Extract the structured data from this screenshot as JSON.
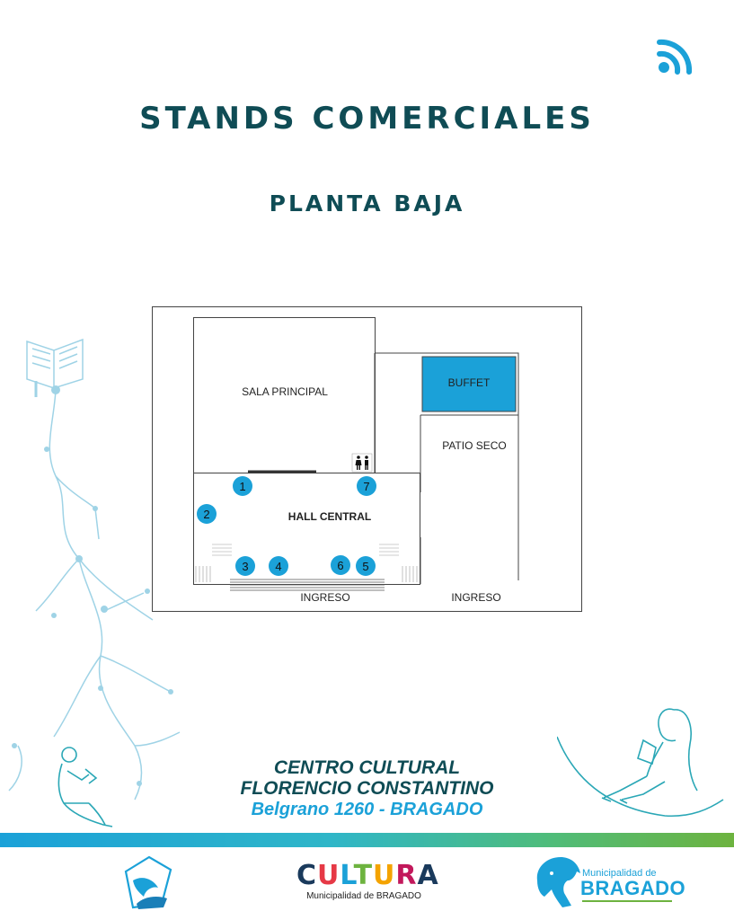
{
  "header": {
    "title": "STANDS COMERCIALES",
    "subtitle": "PLANTA BAJA"
  },
  "floorplan": {
    "rooms": {
      "sala_principal": "SALA PRINCIPAL",
      "buffet": "BUFFET",
      "patio_seco": "PATIO SECO",
      "hall_central": "HALL CENTRAL",
      "ingreso_main": "INGRESO",
      "ingreso_side": "INGRESO"
    },
    "stands": [
      "1",
      "2",
      "3",
      "4",
      "6",
      "5",
      "7"
    ],
    "colors": {
      "stand_fill": "#1ba1d8",
      "buffet_fill": "#1ba1d8",
      "wall": "#444444"
    }
  },
  "venue": {
    "name_line1": "CENTRO CULTURAL",
    "name_line2": "FLORENCIO CONSTANTINO",
    "address": "Belgrano 1260 - BRAGADO"
  },
  "footer": {
    "cultura_letters": [
      "C",
      "U",
      "L",
      "T",
      "U",
      "R",
      "A"
    ],
    "cultura_colors": [
      "#1a3a5c",
      "#e63946",
      "#1ba1d8",
      "#6db33f",
      "#f4a300",
      "#c2185b",
      "#1a3a5c"
    ],
    "cultura_sub": "Municipalidad de BRAGADO",
    "muni_line1": "Municipalidad de",
    "muni_line2": "BRAGADO"
  },
  "icons": {
    "top_right": "wifi-icon",
    "restroom": "restroom-icon"
  }
}
